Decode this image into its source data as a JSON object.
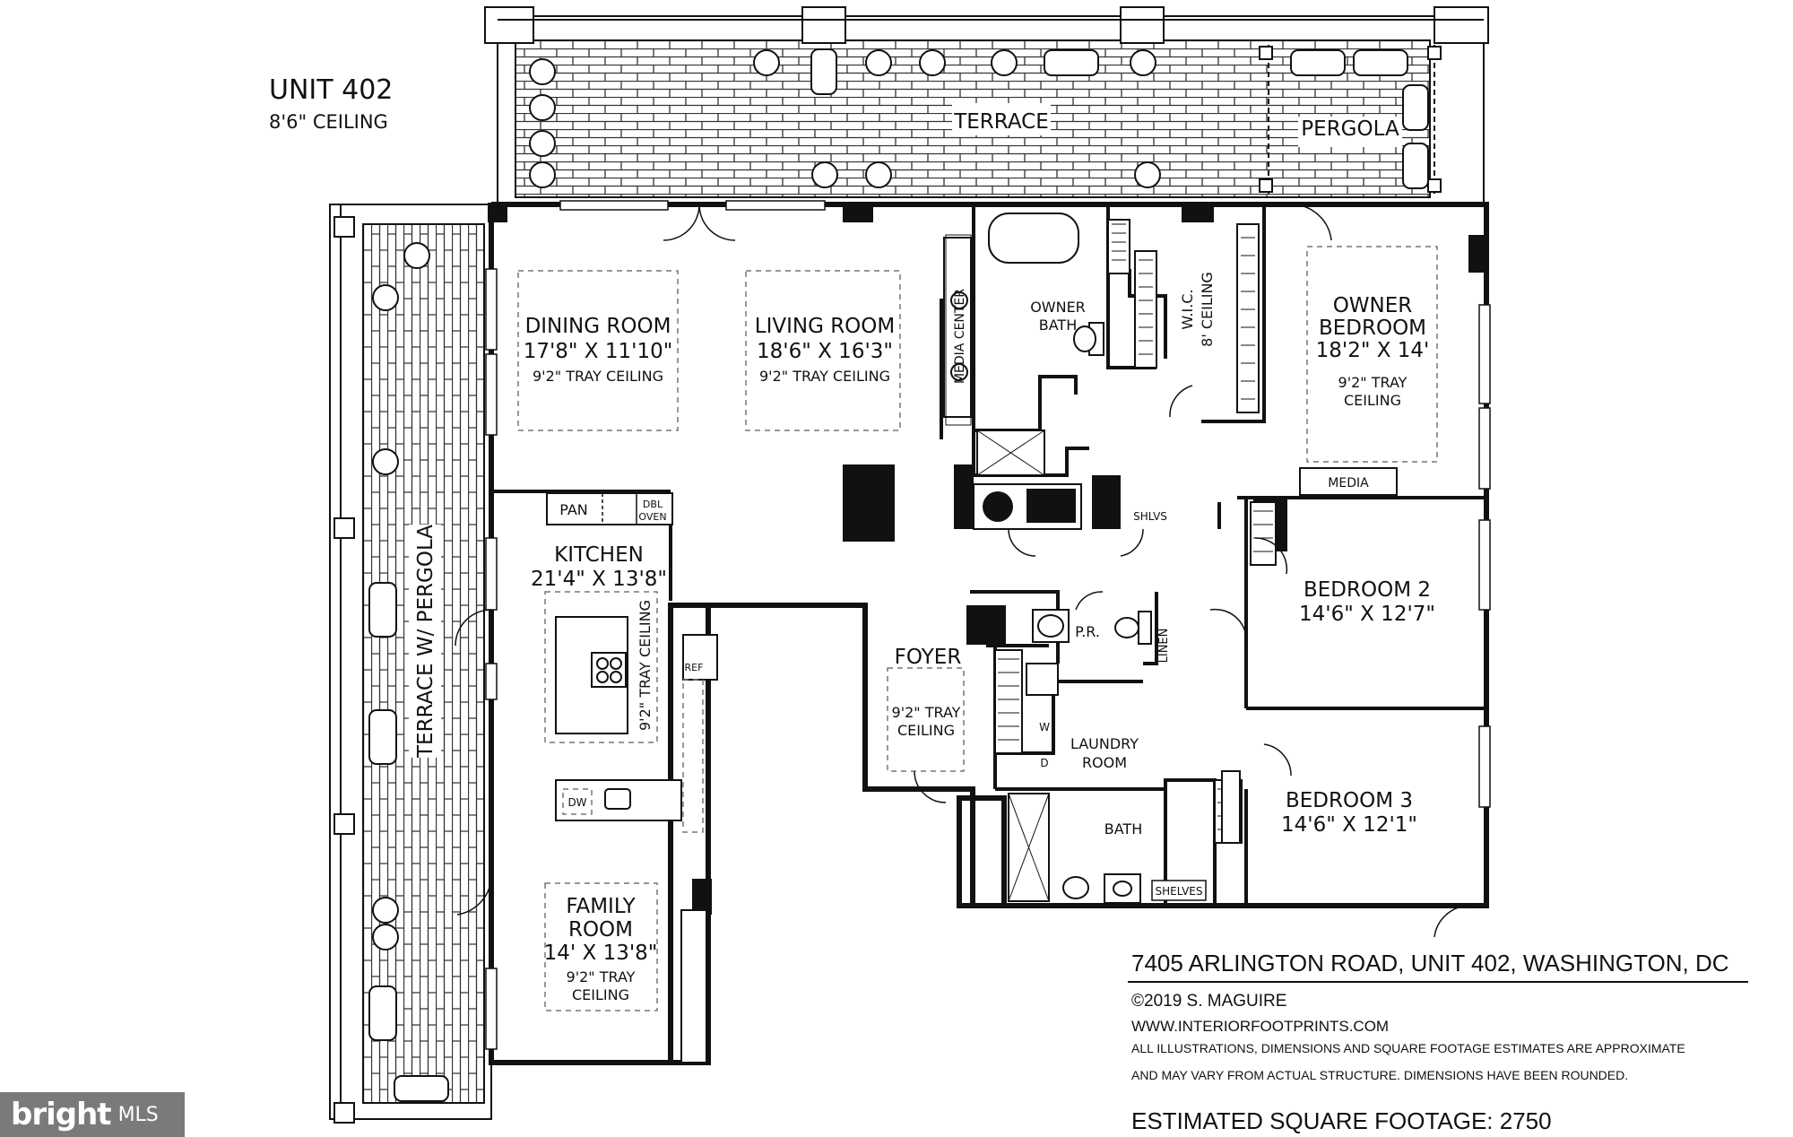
{
  "header": {
    "unit": "UNIT 402",
    "ceiling": "8'6\" CEILING"
  },
  "rooms": {
    "terrace": "TERRACE",
    "pergola": "PERGOLA",
    "terrace_pergola": "TERRACE W/ PERGOLA",
    "dining": {
      "name": "DINING ROOM",
      "dim": "17'8\" X 11'10\"",
      "note": "9'2\" TRAY CEILING"
    },
    "living": {
      "name": "LIVING ROOM",
      "dim": "18'6\" X 16'3\"",
      "note": "9'2\" TRAY CEILING"
    },
    "media_center": "MEDIA CENTER",
    "owner_bath": {
      "l1": "OWNER",
      "l2": "BATH"
    },
    "wic": {
      "l1": "W.I.C.",
      "l2": "8' CEILING"
    },
    "owner_bedroom": {
      "l1": "OWNER",
      "l2": "BEDROOM",
      "dim": "18'2\" X 14'",
      "n1": "9'2\" TRAY",
      "n2": "CEILING"
    },
    "media": "MEDIA",
    "kitchen": {
      "name": "KITCHEN",
      "dim": "21'4\" X 13'8\"",
      "note": "9'2\" TRAY CEILING"
    },
    "pan": "PAN",
    "dbl": "DBL",
    "oven": "OVEN",
    "ref": "REF",
    "dw": "DW",
    "shlvs": "SHLVS",
    "pr": "P.R.",
    "linen": "LINEN",
    "foyer": {
      "name": "FOYER",
      "n1": "9'2\" TRAY",
      "n2": "CEILING"
    },
    "w": "W",
    "d": "D",
    "laundry": {
      "l1": "LAUNDRY",
      "l2": "ROOM"
    },
    "bath": "BATH",
    "shelves": "SHELVES",
    "bedroom2": {
      "name": "BEDROOM 2",
      "dim": "14'6\" X 12'7\""
    },
    "bedroom3": {
      "name": "BEDROOM 3",
      "dim": "14'6\" X 12'1\""
    },
    "family": {
      "l1": "FAMILY",
      "l2": "ROOM",
      "dim": "14' X 13'8\"",
      "n1": "9'2\" TRAY",
      "n2": "CEILING"
    }
  },
  "info": {
    "address": "7405 ARLINGTON ROAD, UNIT 402, WASHINGTON, DC",
    "copyright": "©2019 S. MAGUIRE",
    "website": "WWW.INTERIORFOOTPRINTS.COM",
    "disclaimer1": "ALL ILLUSTRATIONS, DIMENSIONS AND SQUARE FOOTAGE ESTIMATES ARE APPROXIMATE",
    "disclaimer2": "AND MAY VARY FROM ACTUAL STRUCTURE. DIMENSIONS HAVE BEEN ROUNDED.",
    "sqft": "ESTIMATED SQUARE FOOTAGE: 2750"
  },
  "logo": {
    "brand": "bright",
    "mls": "MLS"
  }
}
